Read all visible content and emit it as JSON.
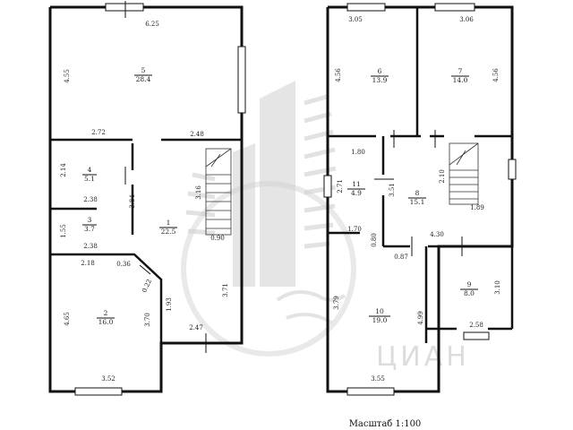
{
  "scale_label": "Масштаб 1:100",
  "watermark_text": "ЦИАН",
  "floor1": {
    "rooms": [
      {
        "id": "5",
        "num": "5",
        "area": "28.4"
      },
      {
        "id": "4",
        "num": "4",
        "area": "5.1"
      },
      {
        "id": "3",
        "num": "3",
        "area": "3.7"
      },
      {
        "id": "1",
        "num": "1",
        "area": "22.5"
      },
      {
        "id": "2",
        "num": "2",
        "area": "16.0"
      }
    ],
    "dims": {
      "d625": "6.25",
      "d455": "4.55",
      "d272": "2.72",
      "d248": "2.48",
      "d214": "2.14",
      "d238a": "2.38",
      "d384": "3.84",
      "d316": "3.16",
      "d155": "1.55",
      "d238b": "2.38",
      "d090": "0.90",
      "d218": "2.18",
      "d036": "0.36",
      "d022": "0.22",
      "d193": "1.93",
      "d371": "3.71",
      "d465": "4.65",
      "d370": "3.70",
      "d247": "2.47",
      "d352": "3.52"
    }
  },
  "floor2": {
    "rooms": [
      {
        "id": "6",
        "num": "6",
        "area": "13.9"
      },
      {
        "id": "7",
        "num": "7",
        "area": "14.0"
      },
      {
        "id": "11",
        "num": "11",
        "area": "4.9"
      },
      {
        "id": "8",
        "num": "8",
        "area": "15.1"
      },
      {
        "id": "9",
        "num": "9",
        "area": "8.0"
      },
      {
        "id": "10",
        "num": "10",
        "area": "19.0"
      }
    ],
    "dims": {
      "d305": "3.05",
      "d306": "3.06",
      "d456a": "4.56",
      "d456b": "4.56",
      "d180": "1.80",
      "d210": "2.10",
      "d271": "2.71",
      "d351": "3.51",
      "d189": "1.89",
      "d170": "1.70",
      "d080": "0.80",
      "d430": "4.30",
      "d087": "0.87",
      "d310": "3.10",
      "d379": "3.79",
      "d499": "4.99",
      "d258": "2.58",
      "d355": "3.55"
    }
  }
}
